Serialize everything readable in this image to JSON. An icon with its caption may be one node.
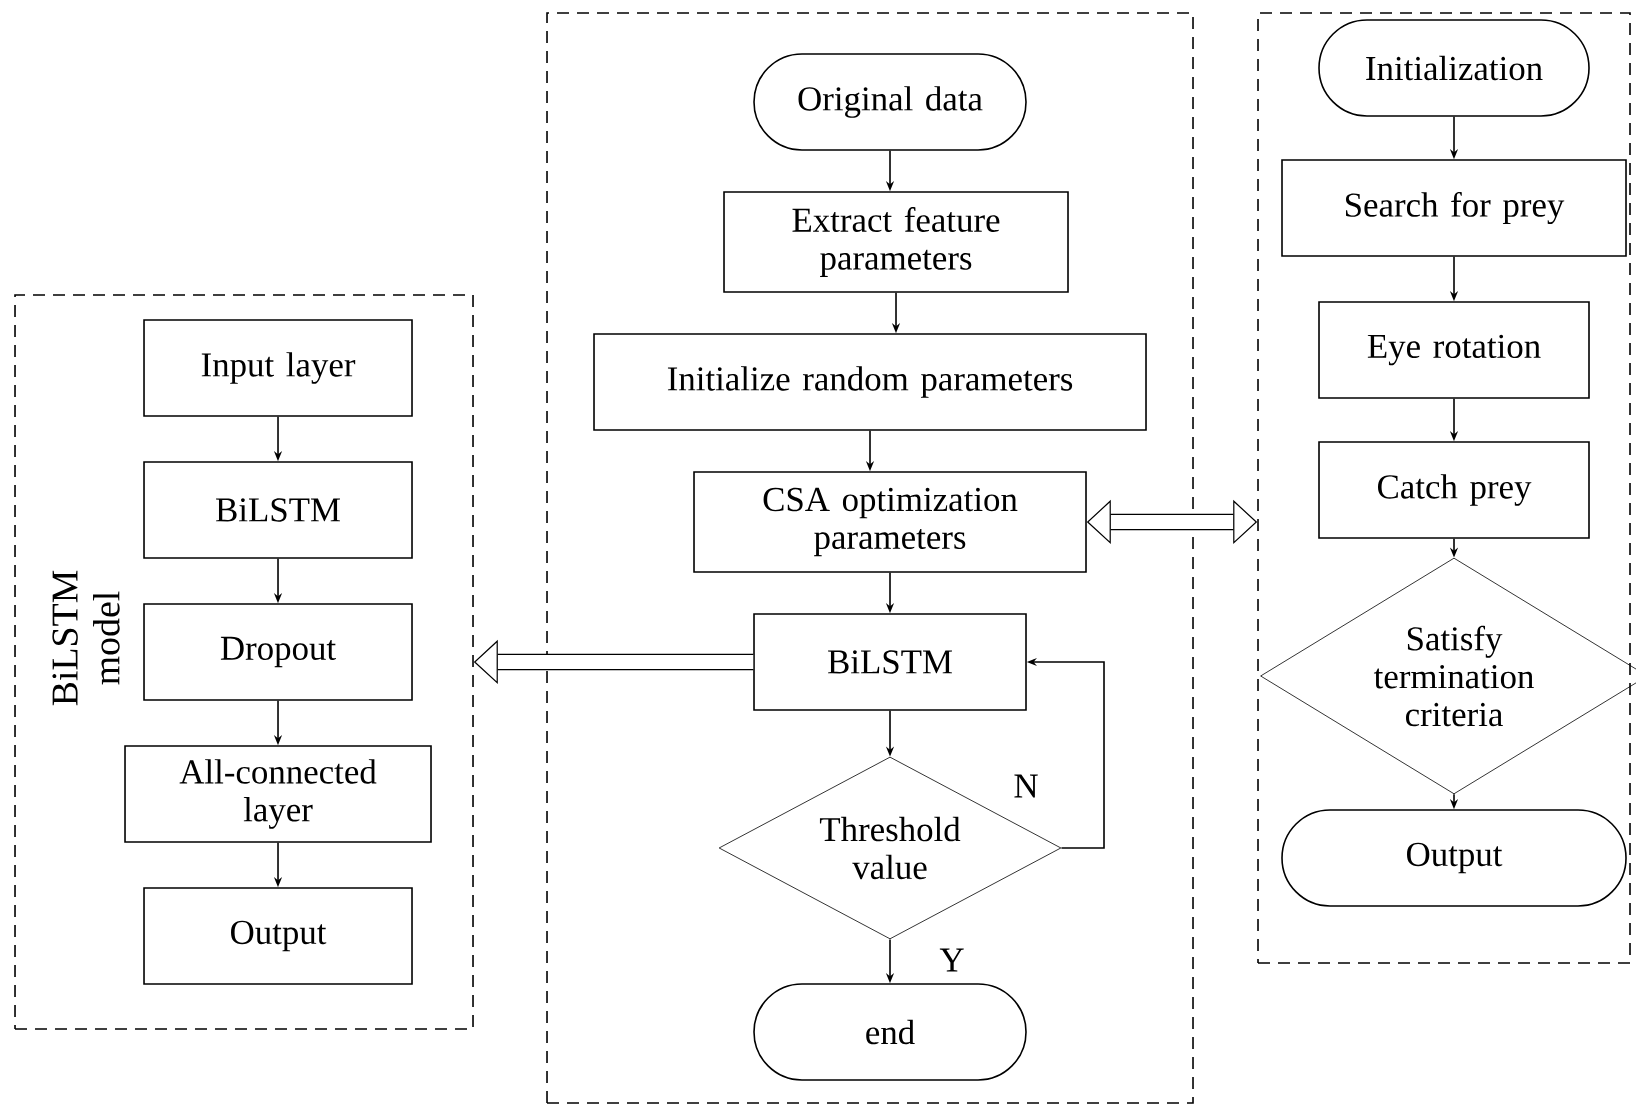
{
  "diagram": {
    "nodes": [
      {
        "text": [
          "BiLSTM model"
        ]
      },
      {
        "text": [
          "Input layer"
        ],
        "in": 0
      },
      {
        "text": [
          "BiLSTM"
        ],
        "in": 0
      },
      {
        "text": [
          "Dropout"
        ],
        "in": 0
      },
      {
        "text": [
          "All-connected layer"
        ],
        "in": 0
      },
      {
        "text": [
          "Output"
        ],
        "in": 0
      },
      {
        "text": [],
        "shape": "box"
      },
      {
        "text": [
          "Original data"
        ],
        "in": 6
      },
      {
        "text": [
          "Extract feature parameters"
        ],
        "in": 6
      },
      {
        "text": [
          "Initialize random parameters"
        ],
        "in": 6
      },
      {
        "text": [
          "CSA optimization parameters"
        ],
        "in": 6
      },
      {
        "text": [
          "BiLSTM"
        ],
        "in": 6
      },
      {
        "text": [
          "Threshold value"
        ],
        "in": 6
      },
      {
        "text": [
          "end"
        ],
        "in": 6
      },
      {
        "text": [],
        "shape": "box"
      },
      {
        "text": [
          "Initialization"
        ],
        "in": 14
      },
      {
        "text": [
          "Search for prey"
        ],
        "in": 14
      },
      {
        "text": [
          "Eye rotation"
        ],
        "in": 14
      },
      {
        "text": [
          "Catch prey"
        ],
        "in": 14
      },
      {
        "text": [
          "Satisfy termination criteria"
        ],
        "in": 14
      },
      {
        "text": [
          "Output"
        ],
        "in": 14
      }
    ],
    "edges": [
      {
        "from": 1,
        "to": 2,
        "arrow": "to"
      },
      {
        "from": 2,
        "to": 3,
        "arrow": "to"
      },
      {
        "from": 3,
        "to": 4,
        "arrow": "to"
      },
      {
        "from": 4,
        "to": 5,
        "arrow": "to"
      },
      {
        "from": 7,
        "to": 8,
        "arrow": "to"
      },
      {
        "from": 8,
        "to": 9,
        "arrow": "to"
      },
      {
        "from": 9,
        "to": 10,
        "arrow": "to"
      },
      {
        "from": 10,
        "to": 11,
        "arrow": "to"
      },
      {
        "from": 11,
        "to": 12,
        "arrow": "to"
      },
      {
        "from": 12,
        "to": 11,
        "arrow": "to",
        "label": "N"
      },
      {
        "from": 12,
        "to": 13,
        "arrow": "to",
        "label": "Y"
      },
      {
        "from": 15,
        "to": 16,
        "arrow": "to"
      },
      {
        "from": 16,
        "to": 17,
        "arrow": "to"
      },
      {
        "from": 17,
        "to": 18,
        "arrow": "to"
      },
      {
        "from": 18,
        "to": 19,
        "arrow": "to"
      },
      {
        "from": 19,
        "to": 20,
        "arrow": "to"
      },
      {
        "from": 10,
        "to": 14,
        "arrow": "both",
        "style": "thick"
      },
      {
        "from": 11,
        "to": 0,
        "arrow": "to",
        "style": "thick"
      }
    ]
  }
}
